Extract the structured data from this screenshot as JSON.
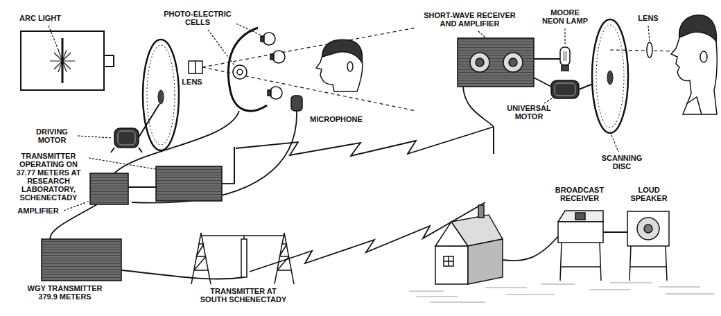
{
  "diagram": {
    "labels": [
      "ARC LIGHT",
      "PHOTO-ELECTRIC CELLS",
      "LENS",
      "DRIVING MOTOR",
      "MICROPHONE",
      "TRANSMITTER OPERATING ON 37.77 METERS AT RESEARCH LABORATORY, SCHENECTADY",
      "AMPLIFIER",
      "SHORT-WAVE RECEIVER AND AMPLIFIER",
      "MOORE NEON LAMP",
      "LENS",
      "UNIVERSAL MOTOR",
      "SCANNING DISC",
      "WGY TRANSMITTER 379.9 METERS",
      "TRANSMITTER AT SOUTH SCHENECTADY",
      "BROADCAST RECEIVER",
      "LOUD SPEAKER"
    ]
  }
}
